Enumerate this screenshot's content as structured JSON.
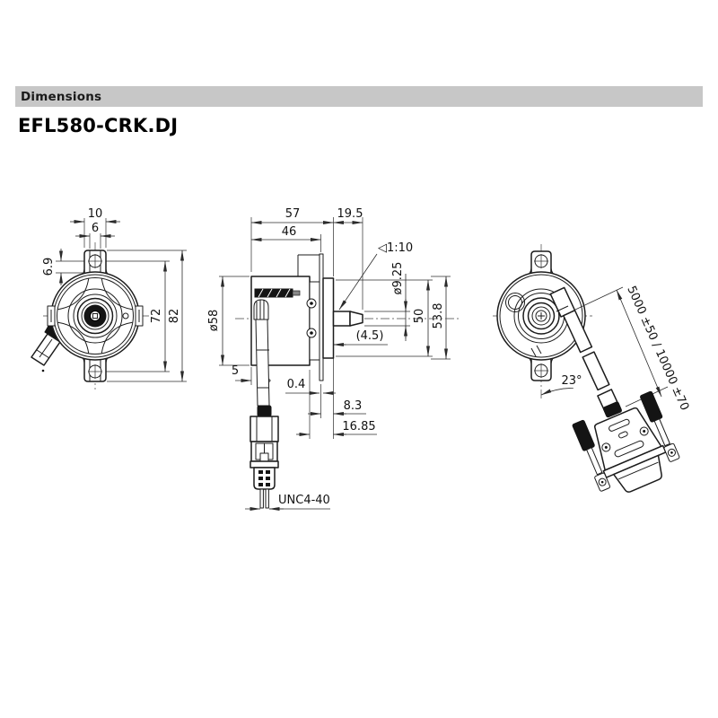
{
  "header": {
    "label": "Dimensions",
    "bg": "#c7c7c7",
    "fg": "#1a1a1a"
  },
  "title": {
    "label": "EFL580-CRK.DJ"
  },
  "views": {
    "front": {
      "name": "front-view",
      "dims": {
        "d10": "10",
        "d6": "6",
        "d69": "6.9",
        "d72": "72",
        "d82": "82"
      }
    },
    "side": {
      "name": "side-view",
      "dims": {
        "d57": "57",
        "d46": "46",
        "d195": "19.5",
        "taper": "◁1:10",
        "dia58": "ø58",
        "dia925": "ø9.25",
        "d50": "50",
        "d538": "53.8",
        "d45": "(4.5)",
        "d5": "5",
        "d04": "0.4",
        "d83": "8.3",
        "d1685": "16.85",
        "thread": "UNC4-40"
      }
    },
    "rear": {
      "name": "rear-view",
      "dims": {
        "len": "5000 ±50 / 10000 ±70",
        "ang": "23°"
      }
    }
  }
}
